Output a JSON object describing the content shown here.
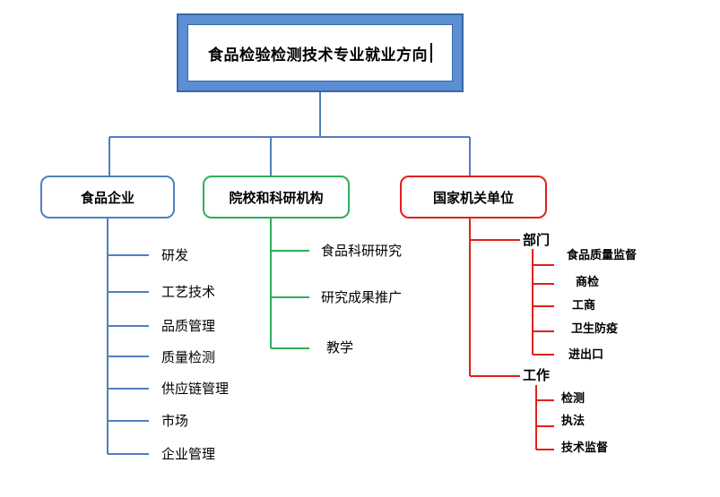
{
  "title": "食品检验检测技术专业就业方向",
  "colors": {
    "blue": "#4f7fbf",
    "green": "#2fae5a",
    "red": "#e0211b",
    "title_fill": "#5b8ed3"
  },
  "categories": [
    {
      "label": "食品企业",
      "items": [
        "研发",
        "工艺技术",
        "品质管理",
        "质量检测",
        "供应链管理",
        "市场",
        "企业管理"
      ]
    },
    {
      "label": "院校和科研机构",
      "items": [
        "食品科研研究",
        "研究成果推广",
        "教学"
      ]
    },
    {
      "label": "国家机关单位",
      "groups": [
        {
          "label": "部门",
          "items": [
            "食品质量监督",
            "商检",
            "工商",
            "卫生防疫",
            "进出口"
          ]
        },
        {
          "label": "工作",
          "items": [
            "检测",
            "执法",
            "技术监督"
          ]
        }
      ]
    }
  ]
}
